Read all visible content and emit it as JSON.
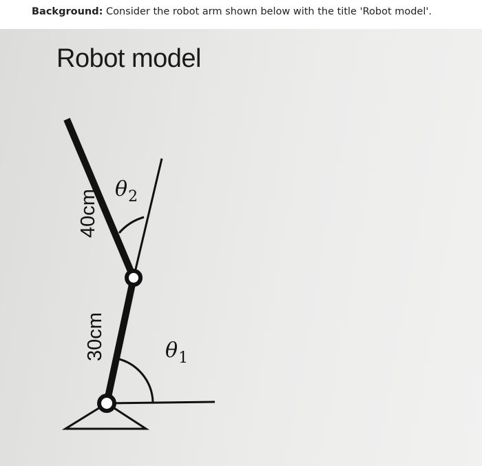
{
  "header": {
    "label": "Background:",
    "text": " Consider the robot arm shown below with the title 'Robot model'."
  },
  "figure": {
    "title": "Robot model",
    "link1_length": "30cm",
    "link2_length": "40cm",
    "joint1_angle_symbol": "θ",
    "joint1_angle_subscript": "1",
    "joint2_angle_symbol": "θ",
    "joint2_angle_subscript": "2"
  },
  "colors": {
    "ink": "#111111",
    "background": "#e8e8e6"
  }
}
